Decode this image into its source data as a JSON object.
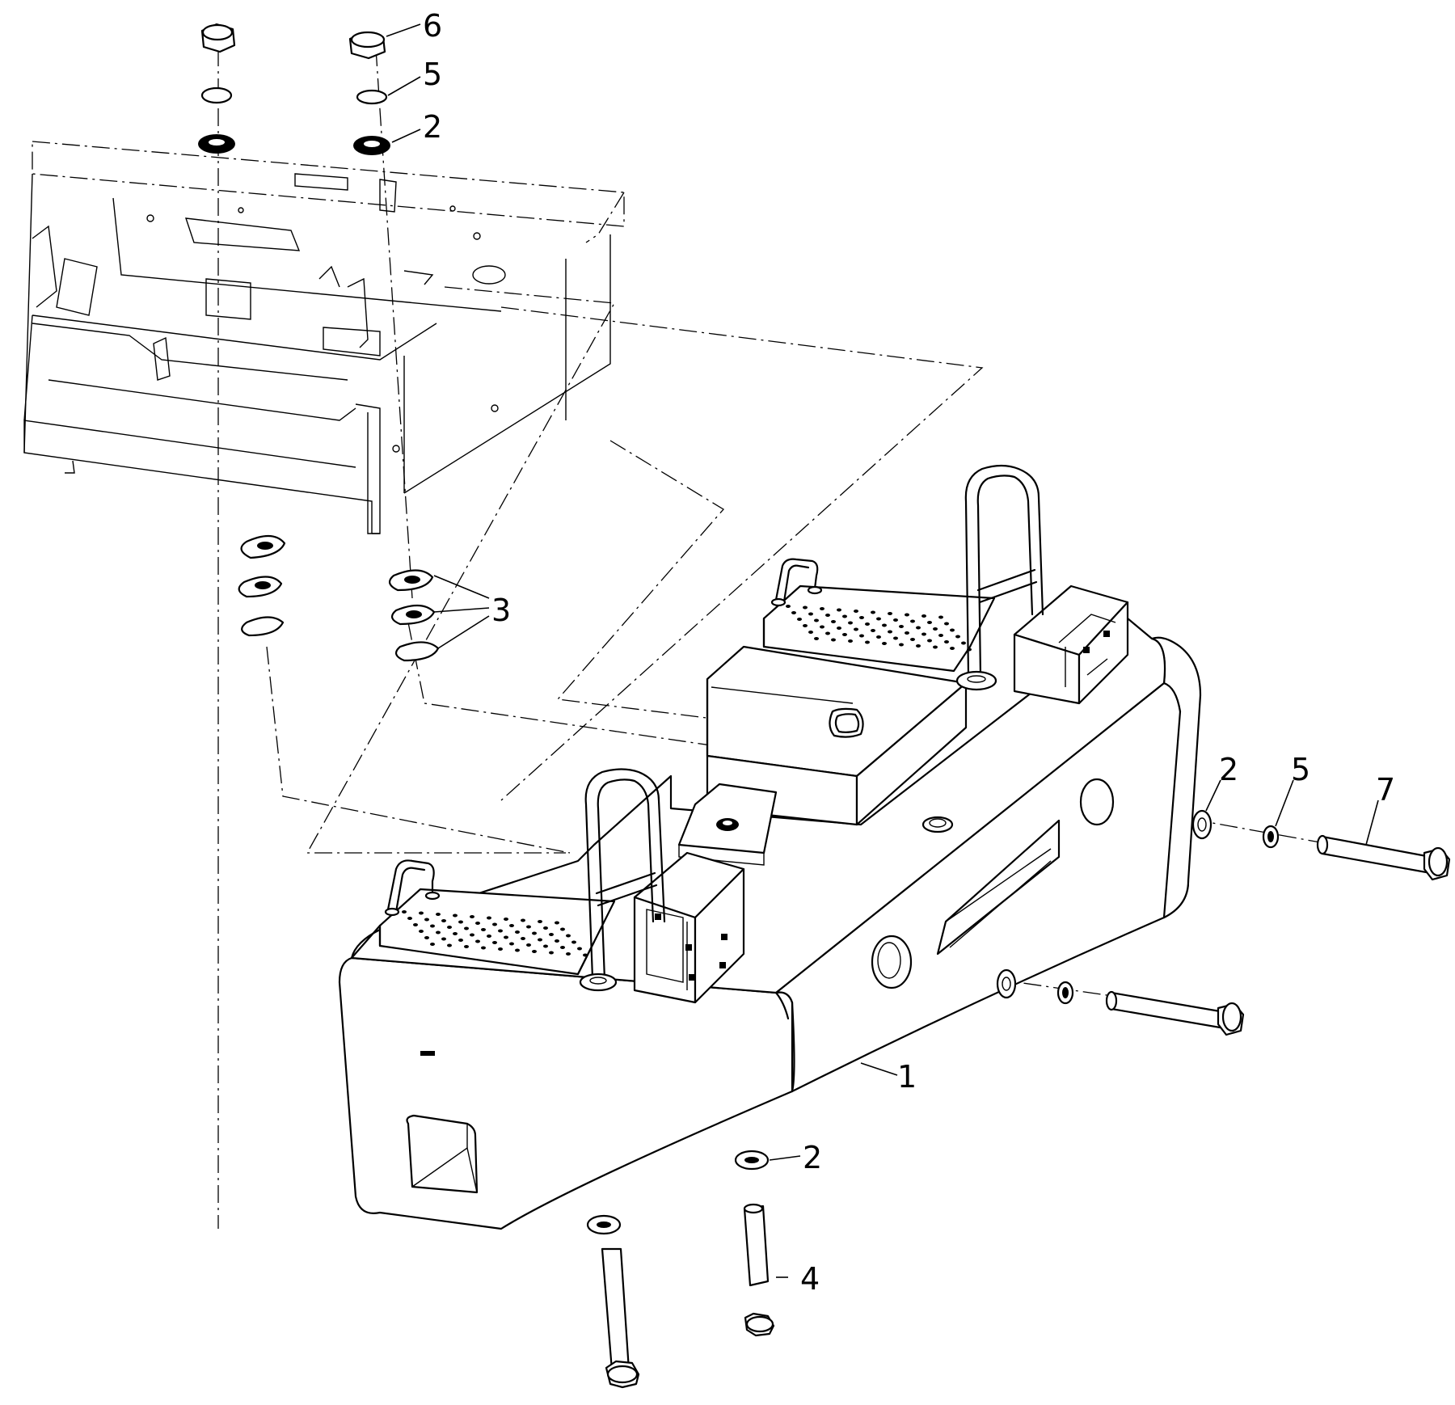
{
  "callouts": [
    {
      "id": "c6",
      "text": "6"
    },
    {
      "id": "c5a",
      "text": "5"
    },
    {
      "id": "c2a",
      "text": "2"
    },
    {
      "id": "c3",
      "text": "3"
    },
    {
      "id": "c2b",
      "text": "2"
    },
    {
      "id": "c5b",
      "text": "5"
    },
    {
      "id": "c7",
      "text": "7"
    },
    {
      "id": "c1",
      "text": "1"
    },
    {
      "id": "c2c",
      "text": "2"
    },
    {
      "id": "c4",
      "text": "4"
    }
  ]
}
